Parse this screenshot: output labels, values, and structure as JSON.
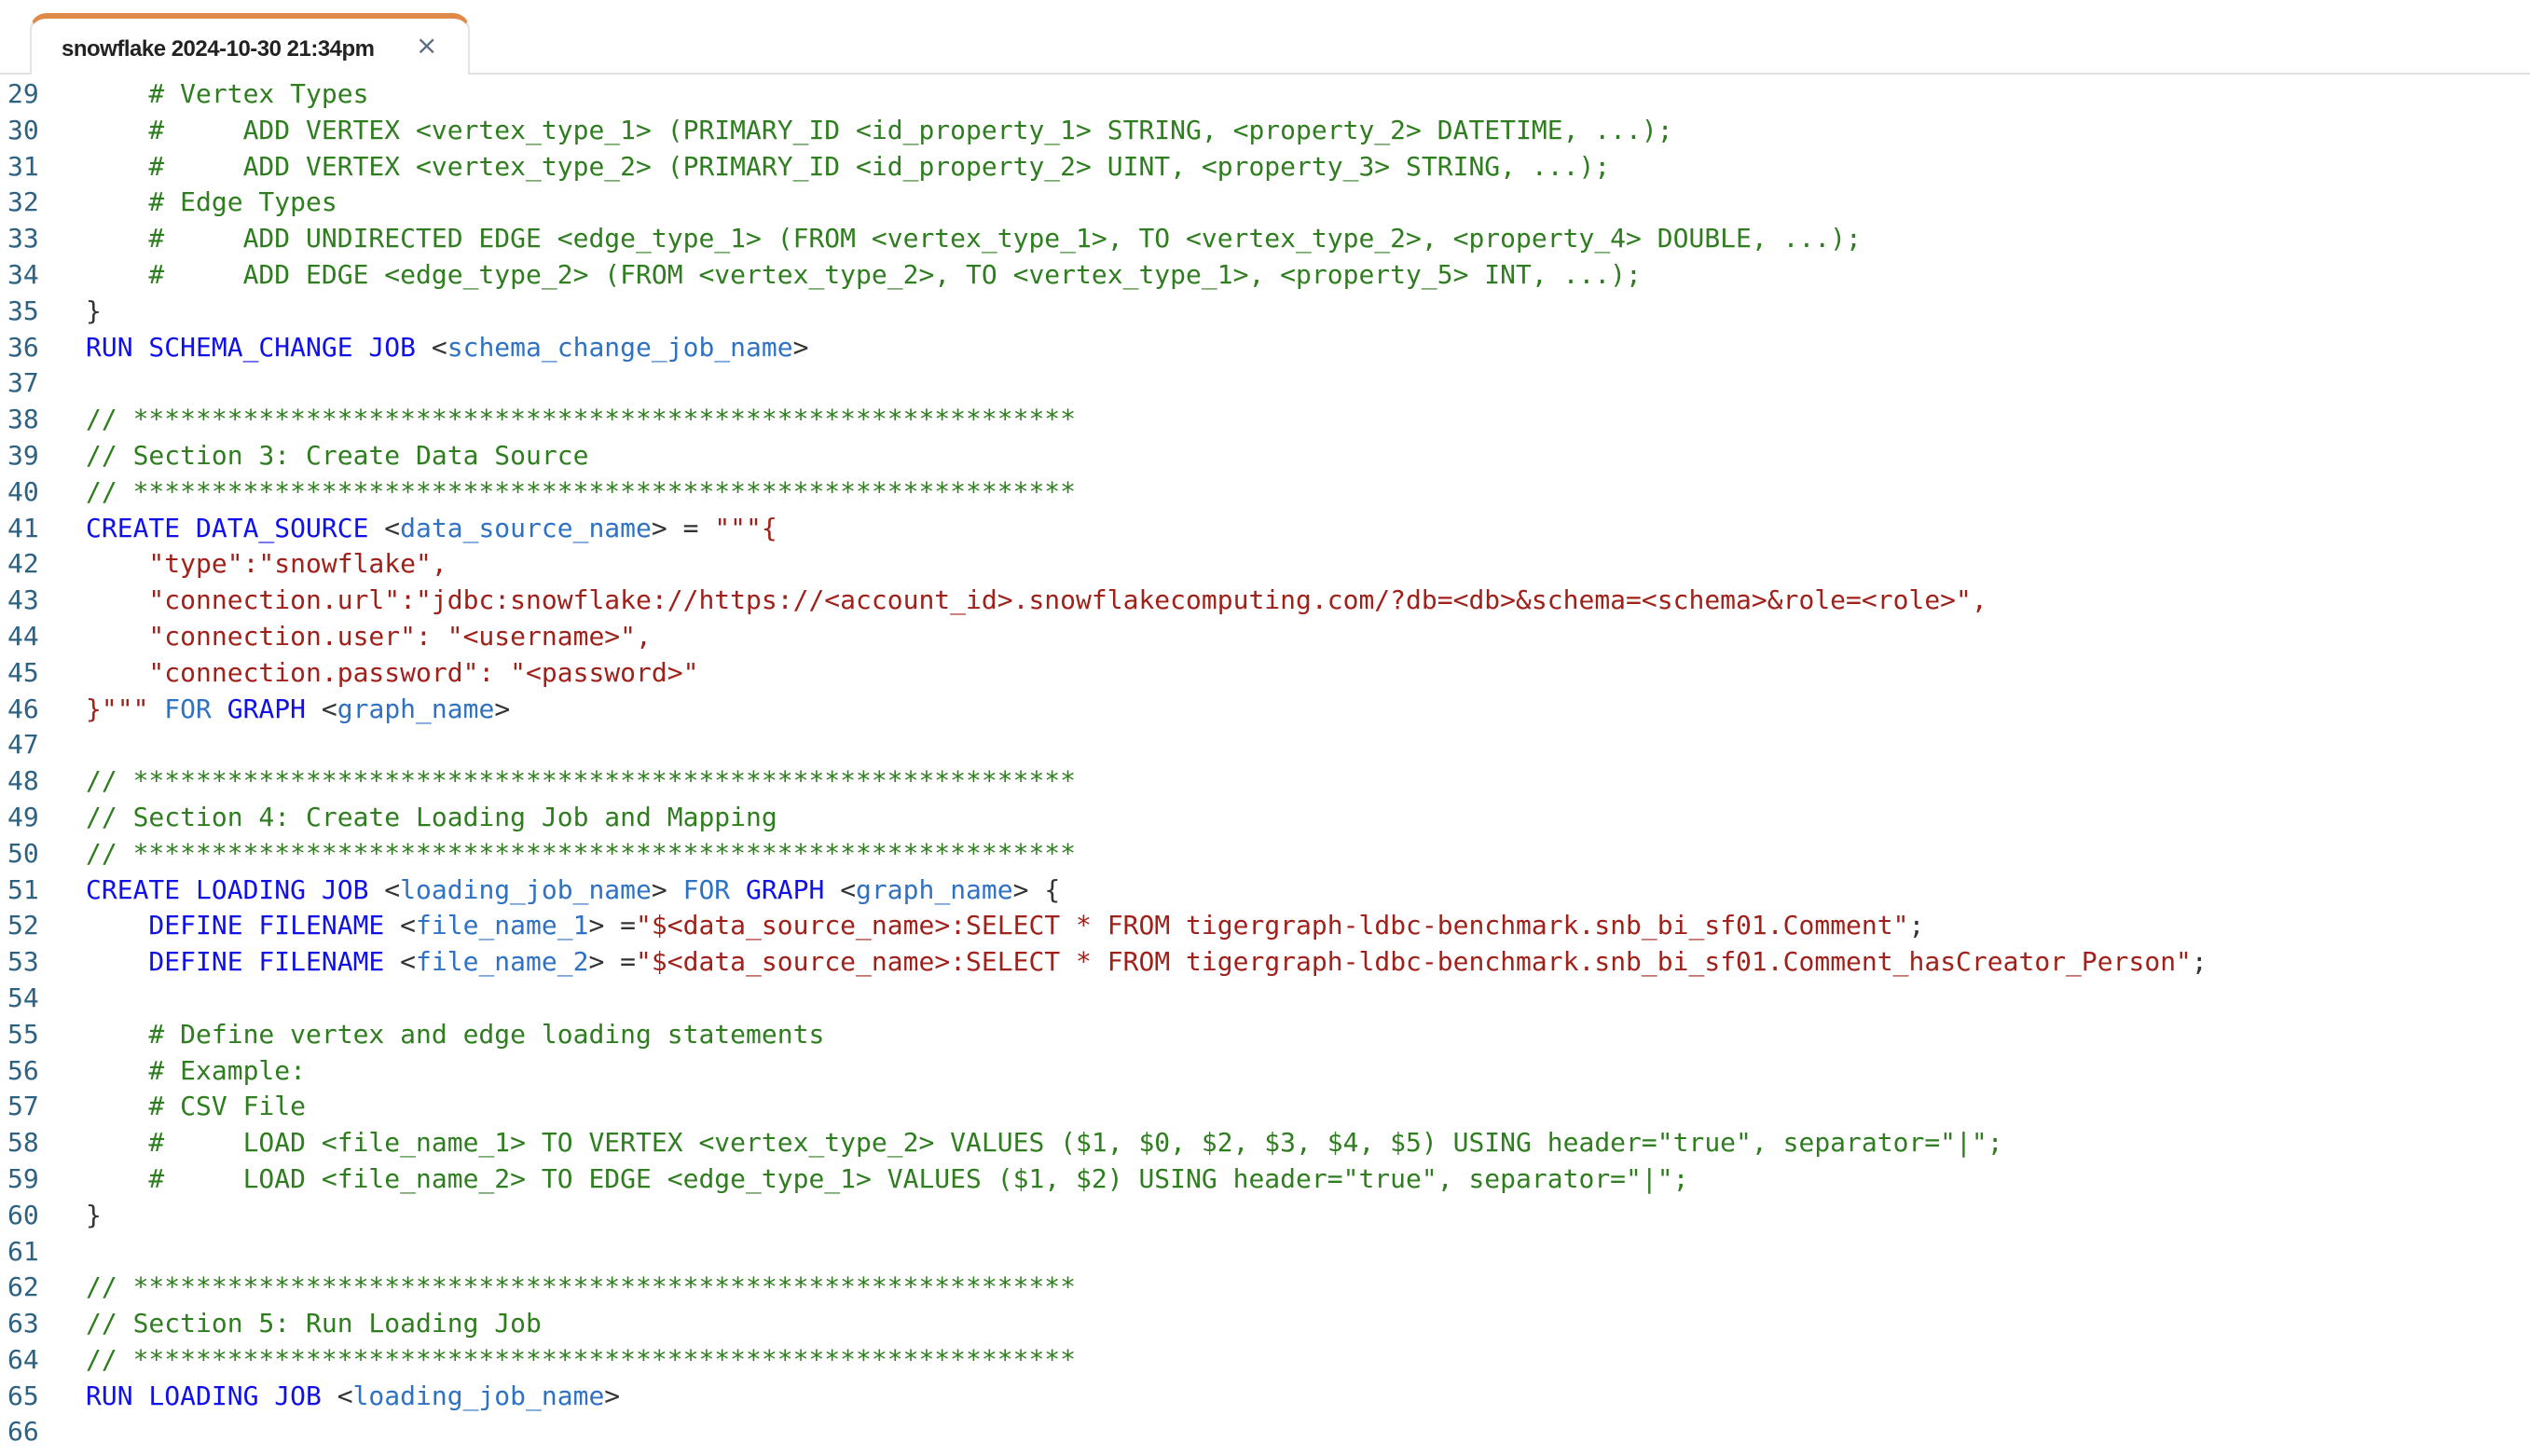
{
  "tab": {
    "title": "snowflake 2024-10-30 21:34pm",
    "close_icon": "×"
  },
  "colors": {
    "comment": "#2e7d1f",
    "keyword": "#1010e8",
    "identifier": "#2f72c4",
    "string": "#a0201a",
    "line_number": "#2d6282",
    "tab_accent": "#e08a4a"
  },
  "lines": [
    {
      "n": "29",
      "tokens": [
        [
          "c",
          "    # Vertex Types"
        ]
      ]
    },
    {
      "n": "30",
      "tokens": [
        [
          "c",
          "    #     ADD VERTEX <vertex_type_1> (PRIMARY_ID <id_property_1> STRING, <property_2> DATETIME, ...);"
        ]
      ]
    },
    {
      "n": "31",
      "tokens": [
        [
          "c",
          "    #     ADD VERTEX <vertex_type_2> (PRIMARY_ID <id_property_2> UINT, <property_3> STRING, ...);"
        ]
      ]
    },
    {
      "n": "32",
      "tokens": [
        [
          "c",
          "    # Edge Types"
        ]
      ]
    },
    {
      "n": "33",
      "tokens": [
        [
          "c",
          "    #     ADD UNDIRECTED EDGE <edge_type_1> (FROM <vertex_type_1>, TO <vertex_type_2>, <property_4> DOUBLE, ...);"
        ]
      ]
    },
    {
      "n": "34",
      "tokens": [
        [
          "c",
          "    #     ADD EDGE <edge_type_2> (FROM <vertex_type_2>, TO <vertex_type_1>, <property_5> INT, ...);"
        ]
      ]
    },
    {
      "n": "35",
      "tokens": [
        [
          "p",
          "}"
        ]
      ]
    },
    {
      "n": "36",
      "tokens": [
        [
          "k",
          "RUN SCHEMA_CHANGE JOB "
        ],
        [
          "p",
          "<"
        ],
        [
          "i",
          "schema_change_job_name"
        ],
        [
          "p",
          ">"
        ]
      ]
    },
    {
      "n": "37",
      "tokens": []
    },
    {
      "n": "38",
      "tokens": [
        [
          "c",
          "// ************************************************************"
        ]
      ]
    },
    {
      "n": "39",
      "tokens": [
        [
          "c",
          "// Section 3: Create Data Source"
        ]
      ]
    },
    {
      "n": "40",
      "tokens": [
        [
          "c",
          "// ************************************************************"
        ]
      ]
    },
    {
      "n": "41",
      "tokens": [
        [
          "k",
          "CREATE DATA_SOURCE "
        ],
        [
          "p",
          "<"
        ],
        [
          "i",
          "data_source_name"
        ],
        [
          "p",
          "> = "
        ],
        [
          "s",
          "\"\"\"{"
        ]
      ]
    },
    {
      "n": "42",
      "tokens": [
        [
          "s",
          "    \"type\":\"snowflake\","
        ]
      ]
    },
    {
      "n": "43",
      "tokens": [
        [
          "s",
          "    \"connection.url\":\"jdbc:snowflake://https://<account_id>.snowflakecomputing.com/?db=<db>&schema=<schema>&role=<role>\","
        ]
      ]
    },
    {
      "n": "44",
      "tokens": [
        [
          "s",
          "    \"connection.user\": \"<username>\","
        ]
      ]
    },
    {
      "n": "45",
      "tokens": [
        [
          "s",
          "    \"connection.password\": \"<password>\""
        ]
      ]
    },
    {
      "n": "46",
      "tokens": [
        [
          "s",
          "}\"\"\" "
        ],
        [
          "i",
          "FOR "
        ],
        [
          "k",
          "GRAPH "
        ],
        [
          "p",
          "<"
        ],
        [
          "i",
          "graph_name"
        ],
        [
          "p",
          ">"
        ]
      ]
    },
    {
      "n": "47",
      "tokens": []
    },
    {
      "n": "48",
      "tokens": [
        [
          "c",
          "// ************************************************************"
        ]
      ]
    },
    {
      "n": "49",
      "tokens": [
        [
          "c",
          "// Section 4: Create Loading Job and Mapping"
        ]
      ]
    },
    {
      "n": "50",
      "tokens": [
        [
          "c",
          "// ************************************************************"
        ]
      ]
    },
    {
      "n": "51",
      "tokens": [
        [
          "k",
          "CREATE LOADING JOB "
        ],
        [
          "p",
          "<"
        ],
        [
          "i",
          "loading_job_name"
        ],
        [
          "p",
          "> "
        ],
        [
          "i",
          "FOR "
        ],
        [
          "k",
          "GRAPH "
        ],
        [
          "p",
          "<"
        ],
        [
          "i",
          "graph_name"
        ],
        [
          "p",
          "> {"
        ]
      ]
    },
    {
      "n": "52",
      "tokens": [
        [
          "k",
          "    DEFINE FILENAME "
        ],
        [
          "p",
          "<"
        ],
        [
          "i",
          "file_name_1"
        ],
        [
          "p",
          "> ="
        ],
        [
          "s",
          "\"$<data_source_name>:SELECT * FROM tigergraph-ldbc-benchmark.snb_bi_sf01.Comment\""
        ],
        [
          "p",
          ";"
        ]
      ]
    },
    {
      "n": "53",
      "tokens": [
        [
          "k",
          "    DEFINE FILENAME "
        ],
        [
          "p",
          "<"
        ],
        [
          "i",
          "file_name_2"
        ],
        [
          "p",
          "> ="
        ],
        [
          "s",
          "\"$<data_source_name>:SELECT * FROM tigergraph-ldbc-benchmark.snb_bi_sf01.Comment_hasCreator_Person\""
        ],
        [
          "p",
          ";"
        ]
      ]
    },
    {
      "n": "54",
      "tokens": []
    },
    {
      "n": "55",
      "tokens": [
        [
          "c",
          "    # Define vertex and edge loading statements"
        ]
      ]
    },
    {
      "n": "56",
      "tokens": [
        [
          "c",
          "    # Example:"
        ]
      ]
    },
    {
      "n": "57",
      "tokens": [
        [
          "c",
          "    # CSV File"
        ]
      ]
    },
    {
      "n": "58",
      "tokens": [
        [
          "c",
          "    #     LOAD <file_name_1> TO VERTEX <vertex_type_2> VALUES ($1, $0, $2, $3, $4, $5) USING header=\"true\", separator=\"|\";"
        ]
      ]
    },
    {
      "n": "59",
      "tokens": [
        [
          "c",
          "    #     LOAD <file_name_2> TO EDGE <edge_type_1> VALUES ($1, $2) USING header=\"true\", separator=\"|\";"
        ]
      ]
    },
    {
      "n": "60",
      "tokens": [
        [
          "p",
          "}"
        ]
      ]
    },
    {
      "n": "61",
      "tokens": []
    },
    {
      "n": "62",
      "tokens": [
        [
          "c",
          "// ************************************************************"
        ]
      ]
    },
    {
      "n": "63",
      "tokens": [
        [
          "c",
          "// Section 5: Run Loading Job"
        ]
      ]
    },
    {
      "n": "64",
      "tokens": [
        [
          "c",
          "// ************************************************************"
        ]
      ]
    },
    {
      "n": "65",
      "tokens": [
        [
          "k",
          "RUN LOADING JOB "
        ],
        [
          "p",
          "<"
        ],
        [
          "i",
          "loading_job_name"
        ],
        [
          "p",
          ">"
        ]
      ]
    },
    {
      "n": "66",
      "tokens": []
    }
  ]
}
